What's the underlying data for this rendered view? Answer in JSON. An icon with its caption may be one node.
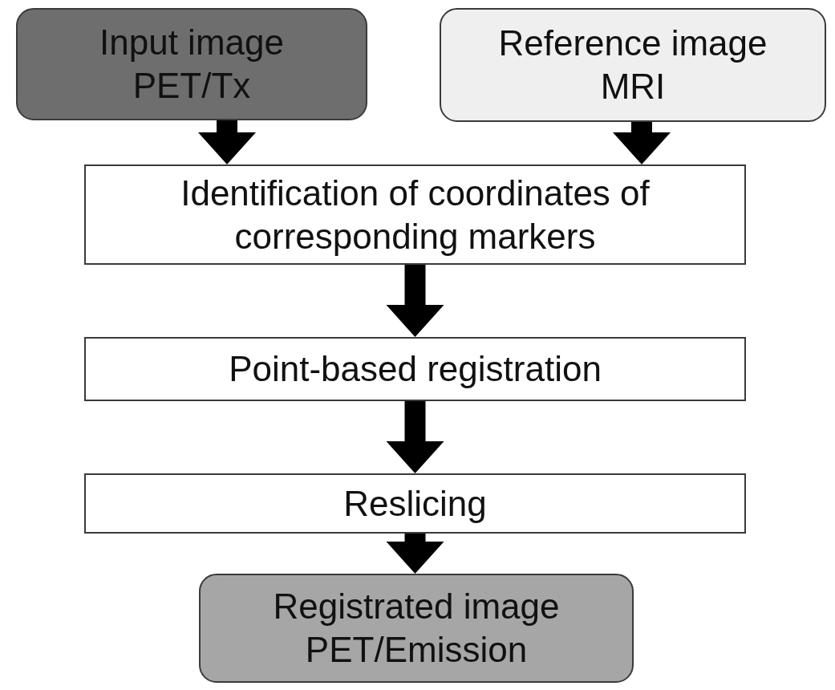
{
  "diagram": {
    "nodes": [
      {
        "text": [
          "Input image",
          "PET/Tx"
        ]
      },
      {
        "text": [
          "Reference image",
          "MRI"
        ]
      },
      {
        "text": [
          "Identification of coordinates of corresponding markers"
        ]
      },
      {
        "text": [
          "Point-based registration"
        ]
      },
      {
        "text": [
          "Reslicing"
        ]
      },
      {
        "text": [
          "Registrated image",
          "PET/Emission"
        ]
      }
    ],
    "edges": [
      {
        "from": 0,
        "to": 2,
        "arrow": "to"
      },
      {
        "from": 1,
        "to": 2,
        "arrow": "to"
      },
      {
        "from": 2,
        "to": 3,
        "arrow": "to"
      },
      {
        "from": 3,
        "to": 4,
        "arrow": "to"
      },
      {
        "from": 4,
        "to": 5,
        "arrow": "to"
      }
    ]
  }
}
